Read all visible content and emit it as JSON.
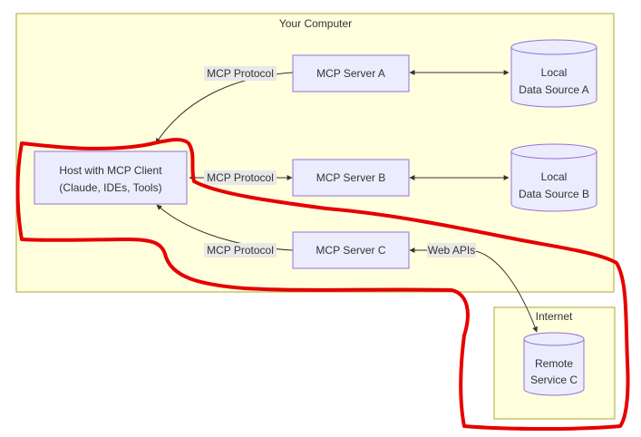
{
  "clusters": {
    "computer": {
      "title": "Your Computer"
    },
    "internet": {
      "title": "Internet"
    }
  },
  "nodes": {
    "host": {
      "line1": "Host with MCP Client",
      "line2": "(Claude, IDEs, Tools)"
    },
    "server_a": {
      "label": "MCP Server A"
    },
    "server_b": {
      "label": "MCP Server B"
    },
    "server_c": {
      "label": "MCP Server C"
    },
    "data_a": {
      "line1": "Local",
      "line2": "Data Source A"
    },
    "data_b": {
      "line1": "Local",
      "line2": "Data Source B"
    },
    "remote_c": {
      "line1": "Remote",
      "line2": "Service C"
    }
  },
  "edges": {
    "protocol_a": "MCP Protocol",
    "protocol_b": "MCP Protocol",
    "protocol_c": "MCP Protocol",
    "web_apis": "Web APIs"
  },
  "colors": {
    "cluster_fill": "#ffffde",
    "cluster_stroke": "#aaaa33",
    "node_fill": "#ececff",
    "node_stroke": "#9370db",
    "annotation": "#e60000"
  }
}
